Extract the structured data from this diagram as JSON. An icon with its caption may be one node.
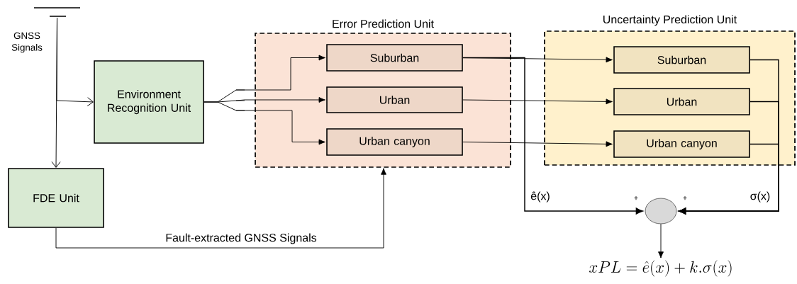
{
  "diagram": {
    "nodes": [
      {
        "text": [],
        "shape": "picture",
        "beside": [
          "GNSS Signals"
        ]
      },
      {
        "text": [
          "Environment Recognition Unit"
        ]
      },
      {
        "text": [
          "FDE Unit"
        ]
      },
      {
        "text": [
          "Error Prediction Unit"
        ]
      },
      {
        "text": [
          "Suburban"
        ],
        "in": 3
      },
      {
        "text": [
          "Urban"
        ],
        "in": 3
      },
      {
        "text": [
          "Urban canyon"
        ],
        "in": 3
      },
      {
        "text": [
          "Uncertainty Prediction Unit"
        ]
      },
      {
        "text": [
          "Suburban"
        ],
        "in": 7
      },
      {
        "text": [
          "Urban"
        ],
        "in": 7
      },
      {
        "text": [
          "Urban canyon"
        ],
        "in": 7
      },
      {
        "text": [],
        "shape": "circle"
      },
      {
        "text": [
          "xPL = \\hat{e}(x) + k.\\sigma(x)"
        ]
      }
    ],
    "edges": [
      {
        "from": 0,
        "to": 1,
        "arrow": "to"
      },
      {
        "from": 0,
        "to": 2,
        "arrow": "to"
      },
      {
        "from": 1,
        "to": 4,
        "arrow": "to"
      },
      {
        "from": 1,
        "to": 5,
        "arrow": "to"
      },
      {
        "from": 1,
        "to": 6,
        "arrow": "to"
      },
      {
        "from": 2,
        "to": 3,
        "arrow": "to",
        "label": "Fault-extracted GNSS Signals"
      },
      {
        "from": 4,
        "to": 8,
        "arrow": "to"
      },
      {
        "from": 5,
        "to": 9,
        "arrow": "to"
      },
      {
        "from": 6,
        "to": 10,
        "arrow": "to"
      },
      {
        "from": 4,
        "to": 11,
        "arrow": "to",
        "label": "ê(x)"
      },
      {
        "from": 8,
        "to": 11,
        "arrow": "to",
        "label": "σ(x)"
      },
      {
        "from": 9,
        "to": 11,
        "arrow": "to"
      },
      {
        "from": 10,
        "to": 11,
        "arrow": "to"
      },
      {
        "from": 11,
        "to": 12,
        "arrow": "to"
      }
    ],
    "labels": [
      "+",
      "+"
    ]
  }
}
